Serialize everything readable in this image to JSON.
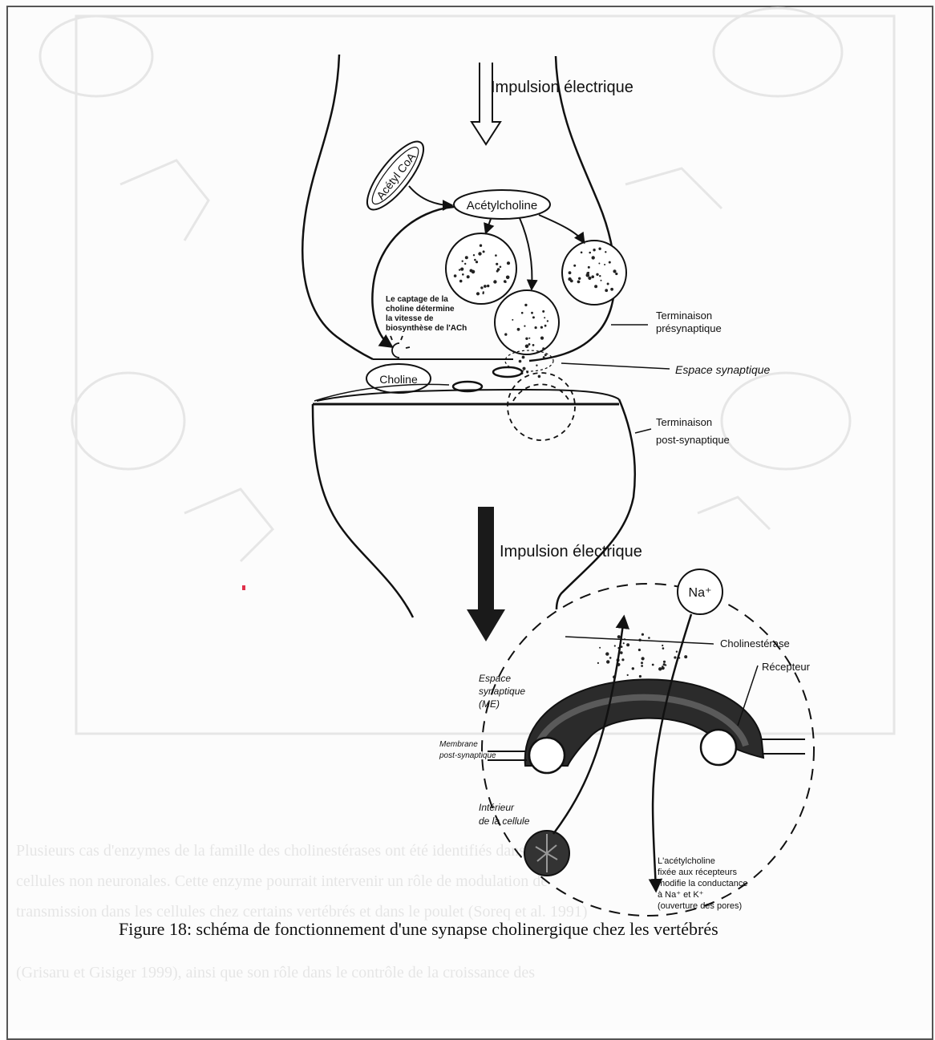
{
  "figure": {
    "caption": "Figure 18: schéma de fonctionnement d'une synapse cholinergique chez les vertébrés"
  },
  "labels": {
    "impulse_top": "Impulsion électrique",
    "impulse_bottom": "Impulsion électrique",
    "acetyl_coa": "Acétyl CoA",
    "acetylcholine": "Acétylcholine",
    "choline": "Choline",
    "uptake_note": [
      "Le captage de la",
      "choline détermine",
      "la vitesse de",
      "biosynthèse de l'ACh"
    ],
    "presynaptic": [
      "Terminaison",
      "présynaptique"
    ],
    "synaptic_space": "Espace synaptique",
    "postsynaptic": [
      "Terminaison",
      "post-synaptique"
    ],
    "na_ion": "Na⁺",
    "cholinesterase": "Cholinestérase",
    "receptor": "Récepteur",
    "synaptic_space_inset": [
      "Espace",
      "synaptique",
      "(ME)"
    ],
    "post_membrane": [
      "Membrane",
      "post-synaptique"
    ],
    "cell_interior": [
      "Intérieur",
      "de la cellule"
    ],
    "ach_note": [
      "L'acétylcholine",
      "fixée aux récepteurs",
      "modifie la conductance",
      "à Na⁺ et K⁺",
      "(ouverture des pores)"
    ]
  },
  "colors": {
    "ink": "#111111",
    "frame": "#555555",
    "ghost": "#e9e9e9"
  }
}
